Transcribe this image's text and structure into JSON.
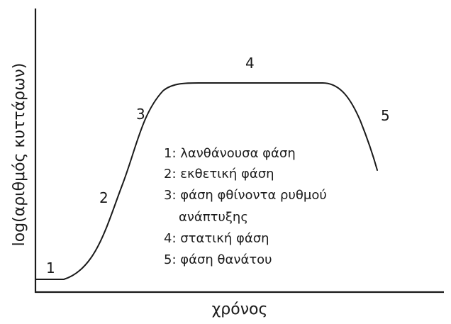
{
  "axes": {
    "x_label": "χρόνος",
    "y_label": "log(αριθμός κυττάρων)"
  },
  "phase_markers": [
    "1",
    "2",
    "3",
    "4",
    "5"
  ],
  "legend": [
    "1: λανθάνουσα φάση",
    "2: εκθετική φάση",
    "3: φάση φθίνοντα ρυθμού",
    "ανάπτυξης",
    "4: στατική φάση",
    "5: φάση θανάτου"
  ]
}
